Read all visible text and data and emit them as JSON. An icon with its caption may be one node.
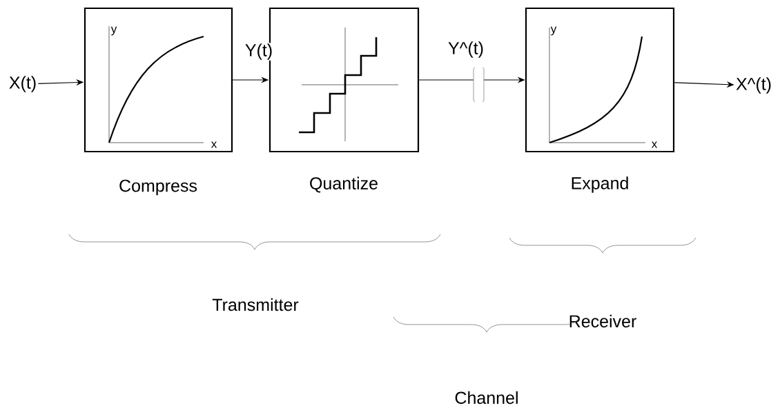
{
  "diagram": {
    "nodes": [
      {
        "text": [
          "X(t)"
        ]
      },
      {
        "text": [
          "Compress"
        ]
      },
      {
        "text": [
          "Quantize"
        ]
      },
      {
        "text": [
          "Expand"
        ]
      },
      {
        "text": [
          "X^(t)"
        ]
      }
    ],
    "edges": [
      {
        "from": 0,
        "to": 1,
        "arrow": "to"
      },
      {
        "from": 1,
        "to": 2,
        "arrow": "to",
        "label": "Y(t)"
      },
      {
        "from": 2,
        "to": 3,
        "arrow": "to",
        "label": "Y^(t)"
      },
      {
        "from": 3,
        "to": 4,
        "arrow": "to"
      }
    ],
    "labels": [
      "y",
      "x",
      "y",
      "x",
      "Transmitter",
      "Receiver",
      "Channel"
    ]
  }
}
